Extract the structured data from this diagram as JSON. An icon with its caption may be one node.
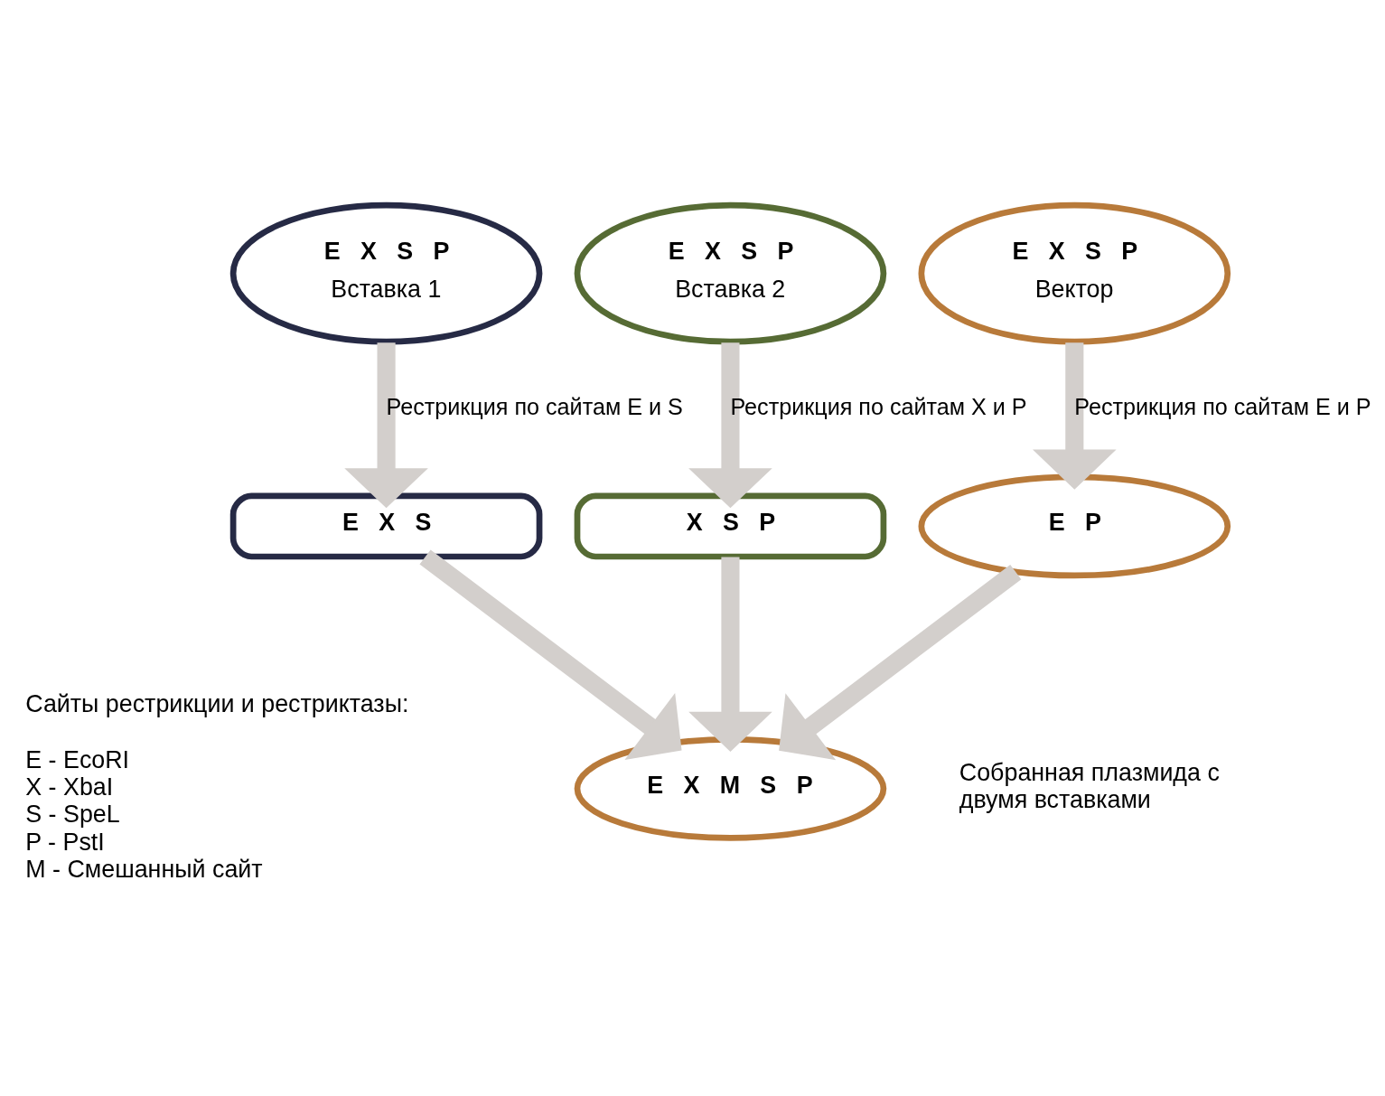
{
  "diagram": {
    "nodes": [
      {
        "text": [
          "E",
          "X",
          "S",
          "P",
          "Вставка 1"
        ]
      },
      {
        "text": [
          "E",
          "X",
          "S",
          "P",
          "Вставка 2"
        ]
      },
      {
        "text": [
          "E",
          "X",
          "S",
          "P",
          "Вектор"
        ]
      },
      {
        "text": [
          "E",
          "X",
          "S"
        ]
      },
      {
        "text": [
          "X",
          "S",
          "P"
        ]
      },
      {
        "text": [
          "E",
          "P"
        ]
      },
      {
        "text": [
          "E",
          "X",
          "M",
          "S",
          "P"
        ],
        "beside": [
          "Собранная плазмида с двумя вставками"
        ]
      }
    ],
    "edges": [
      {
        "from": 0,
        "to": 3,
        "arrow": "to",
        "label": "Рестрикция по сайтам E и S"
      },
      {
        "from": 1,
        "to": 4,
        "arrow": "to",
        "label": "Рестрикция по сайтам X и P"
      },
      {
        "from": 2,
        "to": 5,
        "arrow": "to",
        "label": "Рестрикция по сайтам E и P"
      },
      {
        "from": 3,
        "to": 6,
        "arrow": "to"
      },
      {
        "from": 4,
        "to": 6,
        "arrow": "to"
      },
      {
        "from": 5,
        "to": 6,
        "arrow": "to"
      }
    ],
    "labels": [
      "Сайты рестрикции и рестриктазы:",
      "E - EcoRI",
      "X - XbaI",
      "S - SpeL",
      "P - PstI",
      "M - Смешанный сайт"
    ]
  }
}
